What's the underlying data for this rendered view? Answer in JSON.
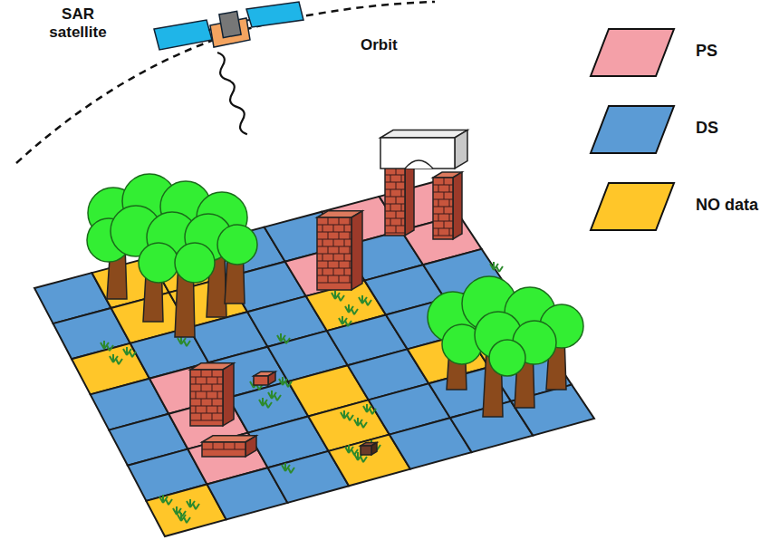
{
  "diagram": {
    "labels": [
      "SAR satellite",
      "Orbit"
    ],
    "legend": [
      {
        "text": "PS",
        "color": "#f4a0a8"
      },
      {
        "text": "DS",
        "color": "#5b9bd5"
      },
      {
        "text": "NO data",
        "color": "#ffc629"
      }
    ]
  }
}
